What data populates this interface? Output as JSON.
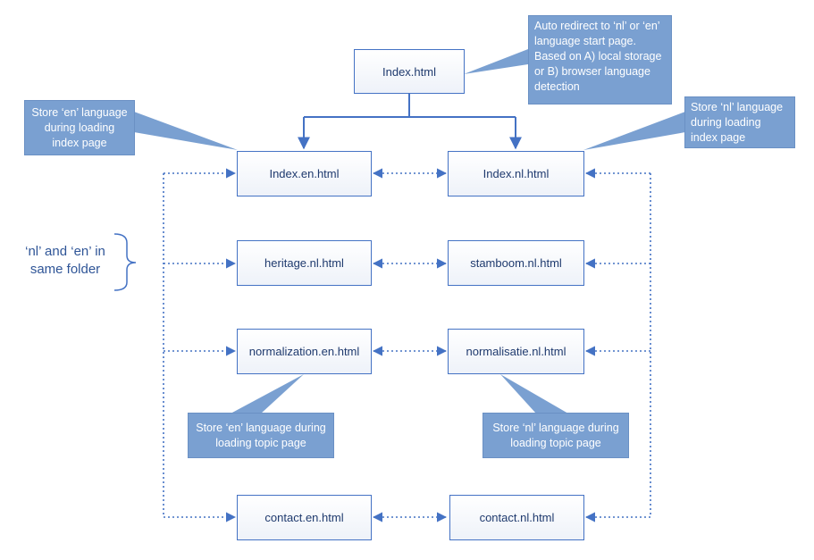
{
  "pages": {
    "index": "Index.html",
    "index_en": "Index.en.html",
    "index_nl": "Index.nl.html",
    "heritage": "heritage.nl.html",
    "stamboom": "stamboom.nl.html",
    "normalization": "normalization.en.html",
    "normalisatie": "normalisatie.nl.html",
    "contact_en": "contact.en.html",
    "contact_nl": "contact.nl.html"
  },
  "notes": {
    "redirect": "Auto redirect to ‘nl’ or ‘en’ language start page. Based on A) local storage or B) browser language detection",
    "store_en_index": "Store ‘en’ language during loading index page",
    "store_nl_index": "Store ‘nl’ language during loading index page",
    "store_en_topic": "Store ‘en’ language during loading topic page",
    "store_nl_topic": "Store ‘nl’ language during loading topic page"
  },
  "bracket_label": "‘nl’ and ‘en’ in same folder",
  "colors": {
    "box_border": "#4472c4",
    "callout_fill": "#7aa0d1",
    "connector": "#4472c4",
    "bracket_text": "#2f5597"
  }
}
